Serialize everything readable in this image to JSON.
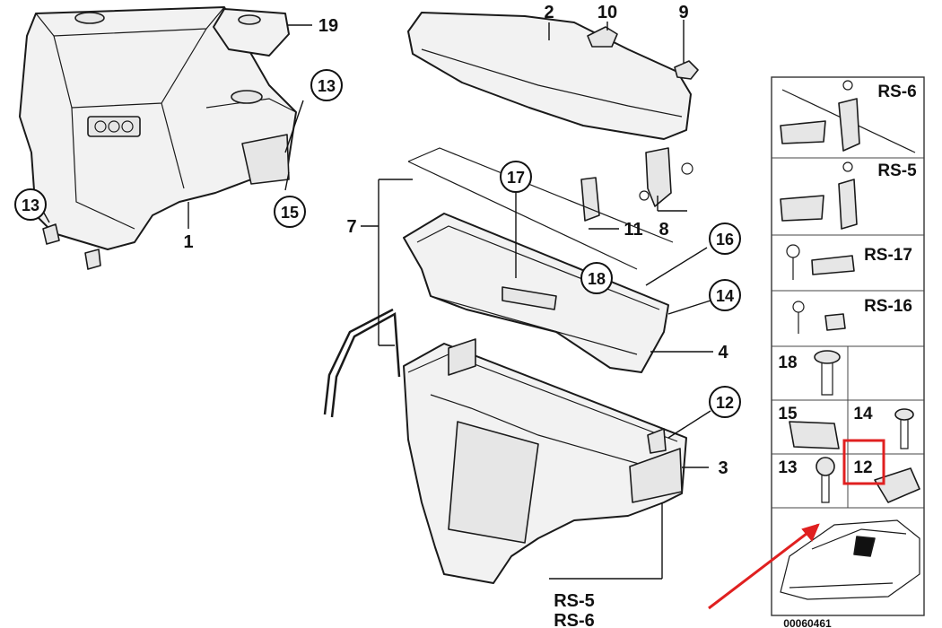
{
  "callouts": [
    {
      "id": "c1",
      "text": "1",
      "circled": false
    },
    {
      "id": "c2",
      "text": "2",
      "circled": false
    },
    {
      "id": "c3",
      "text": "3",
      "circled": false
    },
    {
      "id": "c4",
      "text": "4",
      "circled": false
    },
    {
      "id": "c7",
      "text": "7",
      "circled": false
    },
    {
      "id": "c8",
      "text": "8",
      "circled": false
    },
    {
      "id": "c9",
      "text": "9",
      "circled": false
    },
    {
      "id": "c10",
      "text": "10",
      "circled": false
    },
    {
      "id": "c11",
      "text": "11",
      "circled": false
    },
    {
      "id": "c19",
      "text": "19",
      "circled": false
    },
    {
      "id": "c12",
      "text": "12",
      "circled": true
    },
    {
      "id": "c13a",
      "text": "13",
      "circled": true
    },
    {
      "id": "c13b",
      "text": "13",
      "circled": true
    },
    {
      "id": "c14",
      "text": "14",
      "circled": true
    },
    {
      "id": "c15",
      "text": "15",
      "circled": true
    },
    {
      "id": "c16",
      "text": "16",
      "circled": true
    },
    {
      "id": "c17",
      "text": "17",
      "circled": true
    },
    {
      "id": "c18",
      "text": "18",
      "circled": true
    }
  ],
  "bottom_labels": [
    "RS-5",
    "RS-6"
  ],
  "side_panel": {
    "cells": [
      {
        "id": "rs6",
        "label": "RS-6"
      },
      {
        "id": "rs5",
        "label": "RS-5"
      },
      {
        "id": "rs17",
        "label": "RS-17"
      },
      {
        "id": "rs16",
        "label": "RS-16"
      },
      {
        "id": "p18",
        "label": "18"
      },
      {
        "id": "p15",
        "label": "15"
      },
      {
        "id": "p14",
        "label": "14"
      },
      {
        "id": "p13",
        "label": "13"
      },
      {
        "id": "p12",
        "label": "12"
      }
    ],
    "highlight_label": "12",
    "highlight_color": "#e02020"
  },
  "diagram_number": "00060461",
  "arrow_color": "#e02020"
}
